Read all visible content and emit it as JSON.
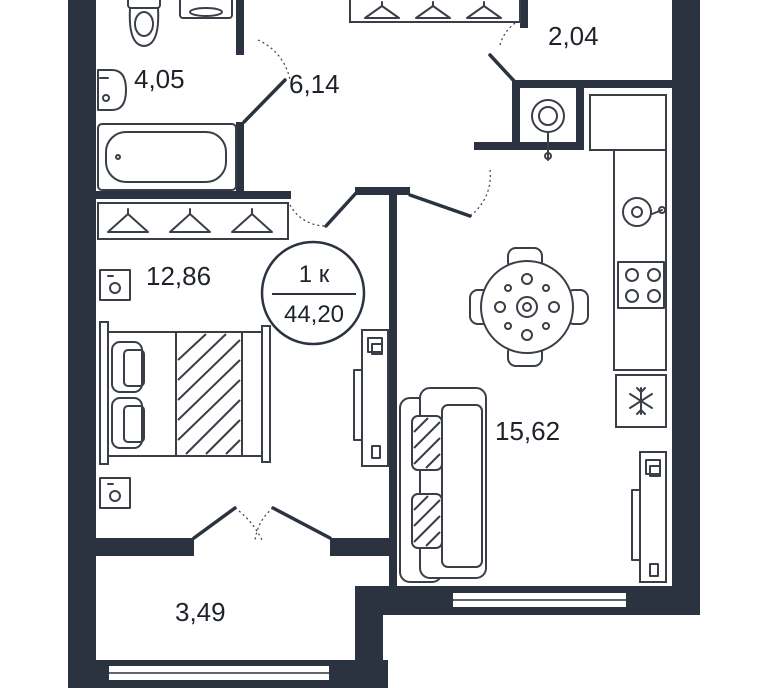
{
  "colors": {
    "wall": "#2b3340",
    "furniture": "#3a3f47",
    "background": "#ffffff",
    "text": "#1e232b"
  },
  "badge": {
    "rooms": "1 к",
    "total_area": "44,20"
  },
  "rooms": {
    "bathroom": "4,05",
    "hallway": "6,14",
    "closet": "2,04",
    "bedroom": "12,86",
    "living_kitchen": "15,62",
    "balcony": "3,49"
  },
  "icons": [
    "toilet-icon",
    "sink-icon",
    "bathtub-icon",
    "wardrobe-icon",
    "bed-icon",
    "sofa-icon",
    "dining-table-icon",
    "stove-icon",
    "kitchen-sink-icon",
    "fridge-icon",
    "washing-machine-icon",
    "tv-stand-icon",
    "outlet-icon"
  ]
}
